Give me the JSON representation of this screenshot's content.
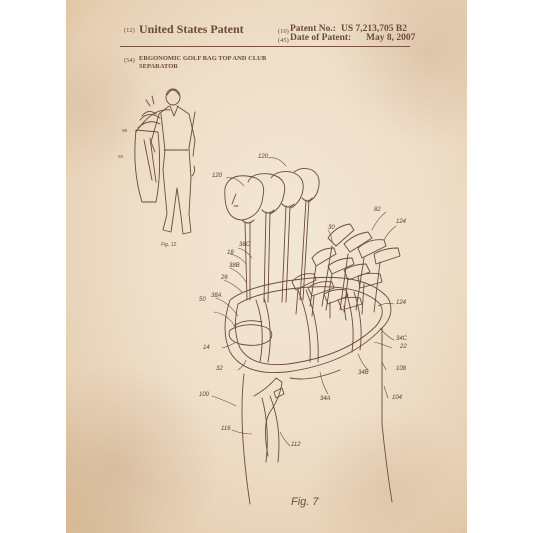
{
  "header": {
    "code_12": "(12)",
    "title": "United States Patent",
    "code_10": "(10)",
    "patent_no_label": "Patent No.:",
    "patent_no": "US 7,213,705 B2",
    "code_45": "(45)",
    "date_label": "Date of Patent:",
    "date": "May 8, 2007"
  },
  "invention": {
    "code_54": "(54)",
    "title": "ERGONOMIC GOLF BAG TOP AND CLUB SEPARATOR"
  },
  "figures": {
    "fig7_caption": "Fig. 7",
    "fig12_caption": "Fig. 12"
  },
  "reference_numerals": {
    "n120a": "120",
    "n120b": "120",
    "n82": "82",
    "n124a": "124",
    "n30": "30",
    "n38c": "38C",
    "n18": "18",
    "n38b": "38B",
    "n26": "26",
    "n38a": "38A",
    "n50": "50",
    "n124b": "124",
    "n34c": "34C",
    "n22": "22",
    "n14": "14",
    "n32": "32",
    "n34b": "34B",
    "n108": "108",
    "n34a": "34A",
    "n100": "100",
    "n104": "104",
    "n116": "116",
    "n112": "112"
  },
  "colors": {
    "paper": "#efdfc9",
    "ink": "#6b4a3a"
  }
}
